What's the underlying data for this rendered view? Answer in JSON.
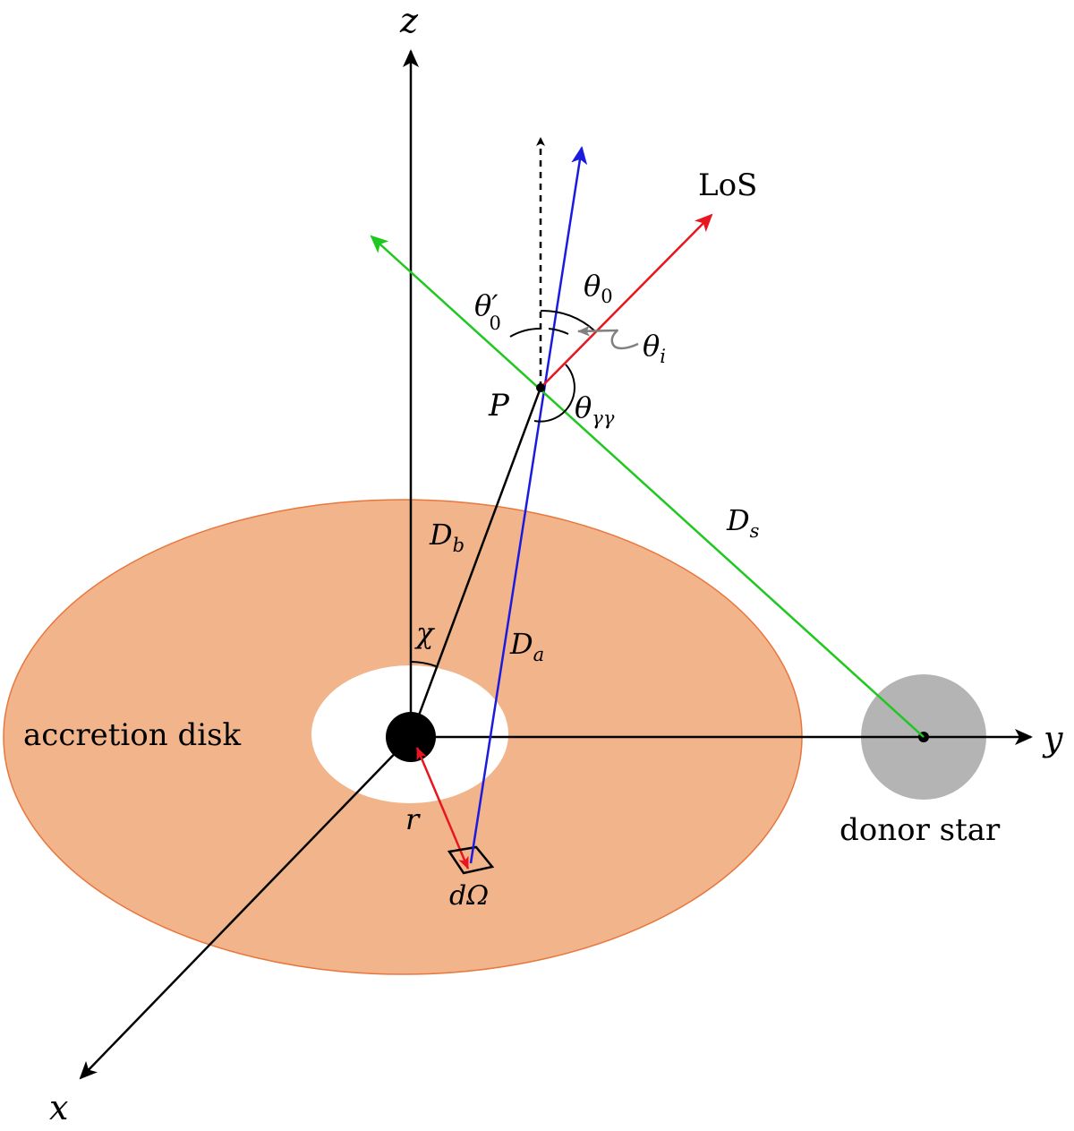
{
  "axes": {
    "x": "x",
    "y": "y",
    "z": "z"
  },
  "labels": {
    "los": "LoS",
    "point": "P",
    "theta0": "θ",
    "theta0_sub": "0",
    "theta0p": "θ′",
    "theta0p_sub": "0",
    "thetai": "θ",
    "thetai_sub": "i",
    "thetagg": "θ",
    "thetagg_sub": "γγ",
    "db": "D",
    "db_sub": "b",
    "da": "D",
    "da_sub": "a",
    "ds": "D",
    "ds_sub": "s",
    "chi": "χ",
    "r": "r",
    "domega": "dΩ",
    "disk": "accretion disk",
    "donor": "donor star"
  },
  "colors": {
    "disk": "#f2b48a",
    "disk_edge": "#e8773e",
    "donor": "#b4b4b4",
    "los": "#e8161e",
    "blue_ray": "#1b1be0",
    "green_ray": "#1ec81e",
    "r_arrow": "#e8161e",
    "axes": "#000000",
    "thetai_pointer": "#808080"
  }
}
